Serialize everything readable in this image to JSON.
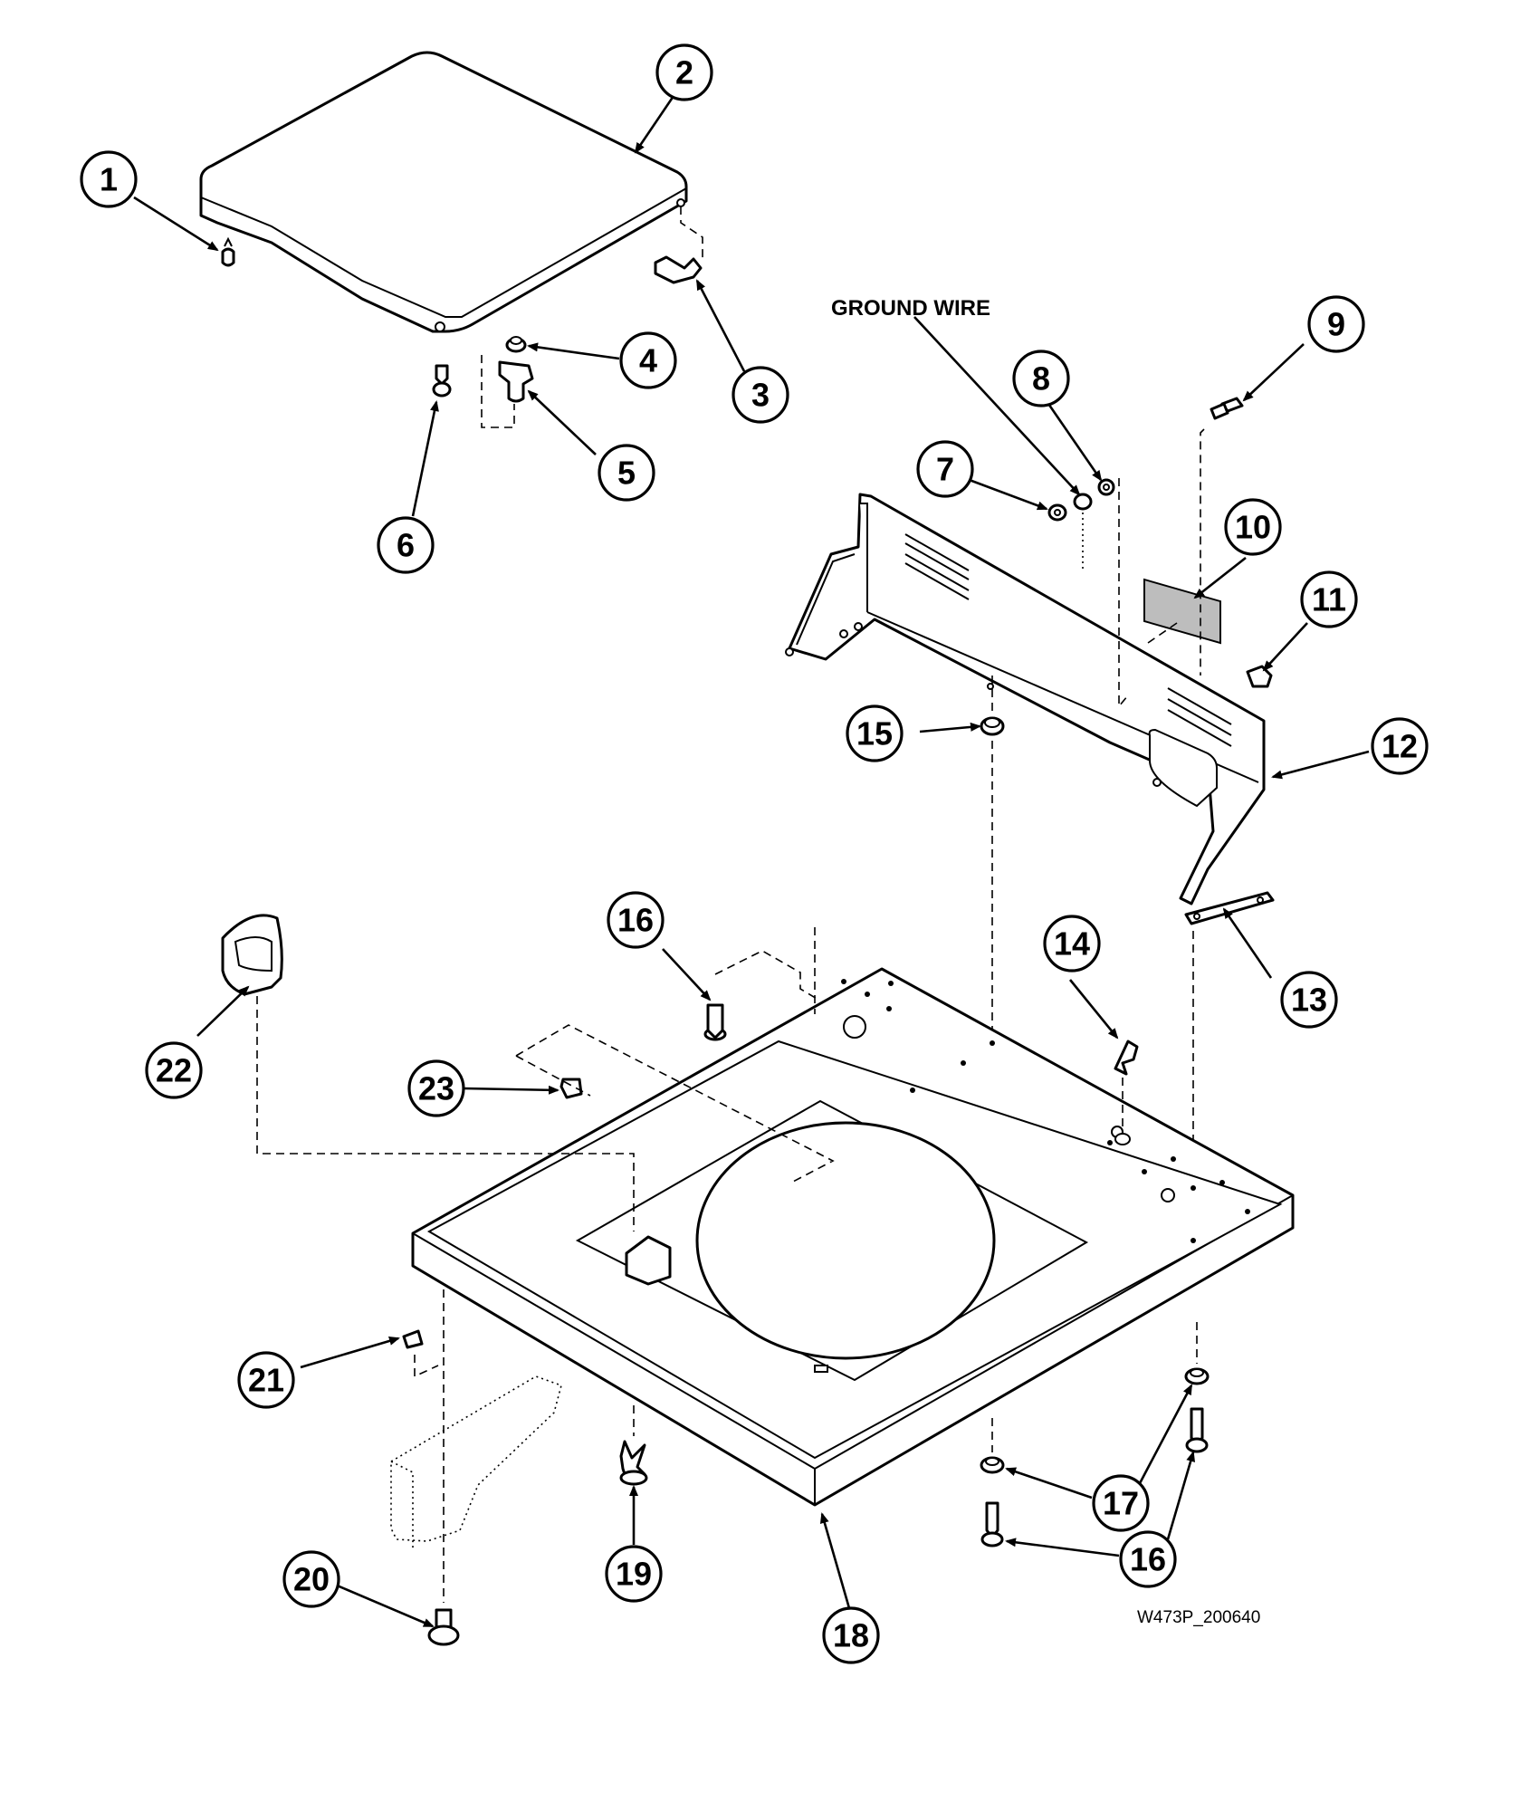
{
  "diagram": {
    "label_ground_wire": "GROUND WIRE",
    "drawing_code": "W473P_200640",
    "callouts": [
      "1",
      "2",
      "3",
      "4",
      "5",
      "6",
      "7",
      "8",
      "9",
      "10",
      "11",
      "12",
      "13",
      "14",
      "15",
      "16",
      "16",
      "17",
      "18",
      "19",
      "20",
      "21",
      "22",
      "23"
    ]
  }
}
